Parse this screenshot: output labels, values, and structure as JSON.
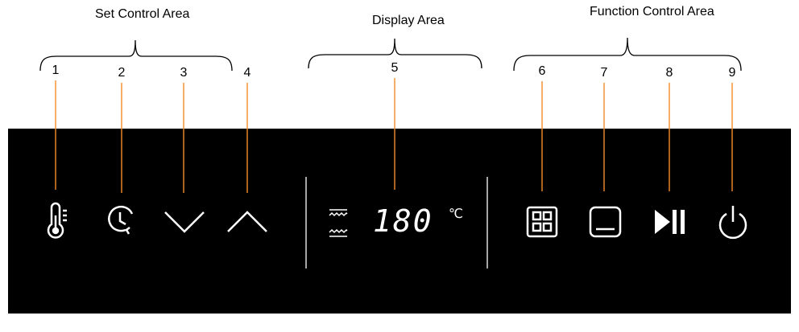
{
  "areas": {
    "set": "Set Control Area",
    "display": "Display Area",
    "function": "Function Control Area"
  },
  "callouts": [
    "1",
    "2",
    "3",
    "4",
    "5",
    "6",
    "7",
    "8",
    "9"
  ],
  "display": {
    "value": "180",
    "unit": "℃"
  },
  "icons": {
    "1": "thermometer-icon",
    "2": "timer-icon",
    "3": "chevron-down-icon",
    "4": "chevron-up-icon",
    "5": "display-readout",
    "6": "menu-grid-icon",
    "7": "window-icon",
    "8": "play-pause-icon",
    "9": "power-icon"
  },
  "colors": {
    "panel": "#000000",
    "leader": "#f28c28",
    "icon": "#ffffff"
  }
}
